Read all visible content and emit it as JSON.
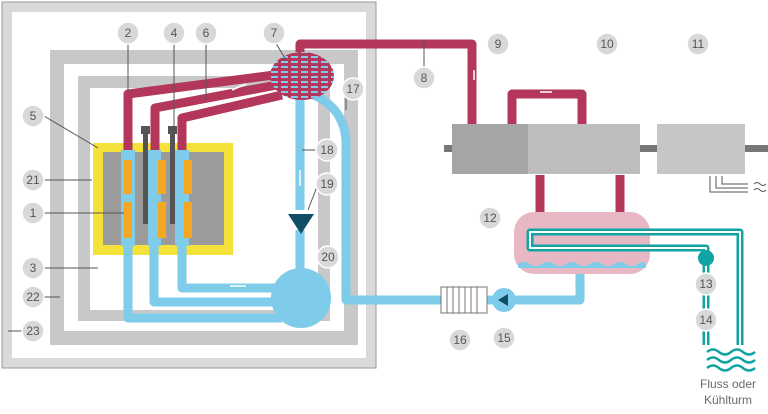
{
  "labels": [
    "1",
    "2",
    "3",
    "4",
    "5",
    "6",
    "7",
    "8",
    "9",
    "10",
    "11",
    "12",
    "13",
    "14",
    "15",
    "16",
    "17",
    "18",
    "19",
    "20",
    "21",
    "22",
    "23"
  ],
  "caption": {
    "line1": "Fluss oder",
    "line2": "Kühlturm"
  },
  "colors": {
    "steam": "#b2375a",
    "feedwater": "#7ecbea",
    "cooling": "#12a3a3",
    "core": "#f5a81f",
    "reflector": "#f4e23a",
    "building": "#c6c6c6",
    "turbine": "#a5a5a5",
    "badge": "#d8d8d8"
  },
  "icons": [
    "water-waves-icon",
    "electric-output-icon",
    "pump-triangle-icon"
  ]
}
